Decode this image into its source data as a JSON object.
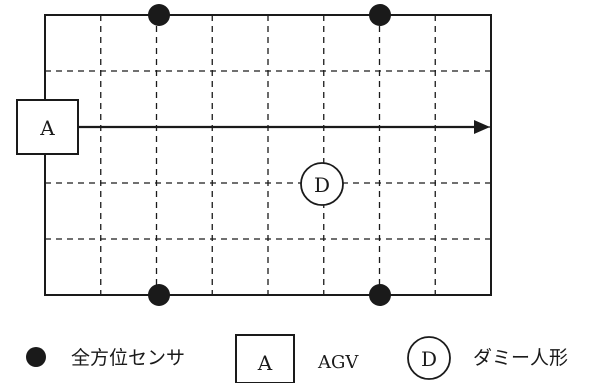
{
  "diagram": {
    "grid": {
      "columns": 8,
      "rows": 5
    },
    "agv": {
      "label": "A"
    },
    "dummy": {
      "label": "D"
    },
    "sensors": [
      {
        "name": "sensor-top-1"
      },
      {
        "name": "sensor-top-2"
      },
      {
        "name": "sensor-bottom-1"
      },
      {
        "name": "sensor-bottom-2"
      }
    ]
  },
  "legend": {
    "sensor_text": "全方位センサ",
    "agv_symbol": "A",
    "agv_text": "AGV",
    "dummy_symbol": "D",
    "dummy_text": "ダミー人形"
  },
  "colors": {
    "line": "#1a1a1a",
    "background": "#ffffff"
  }
}
